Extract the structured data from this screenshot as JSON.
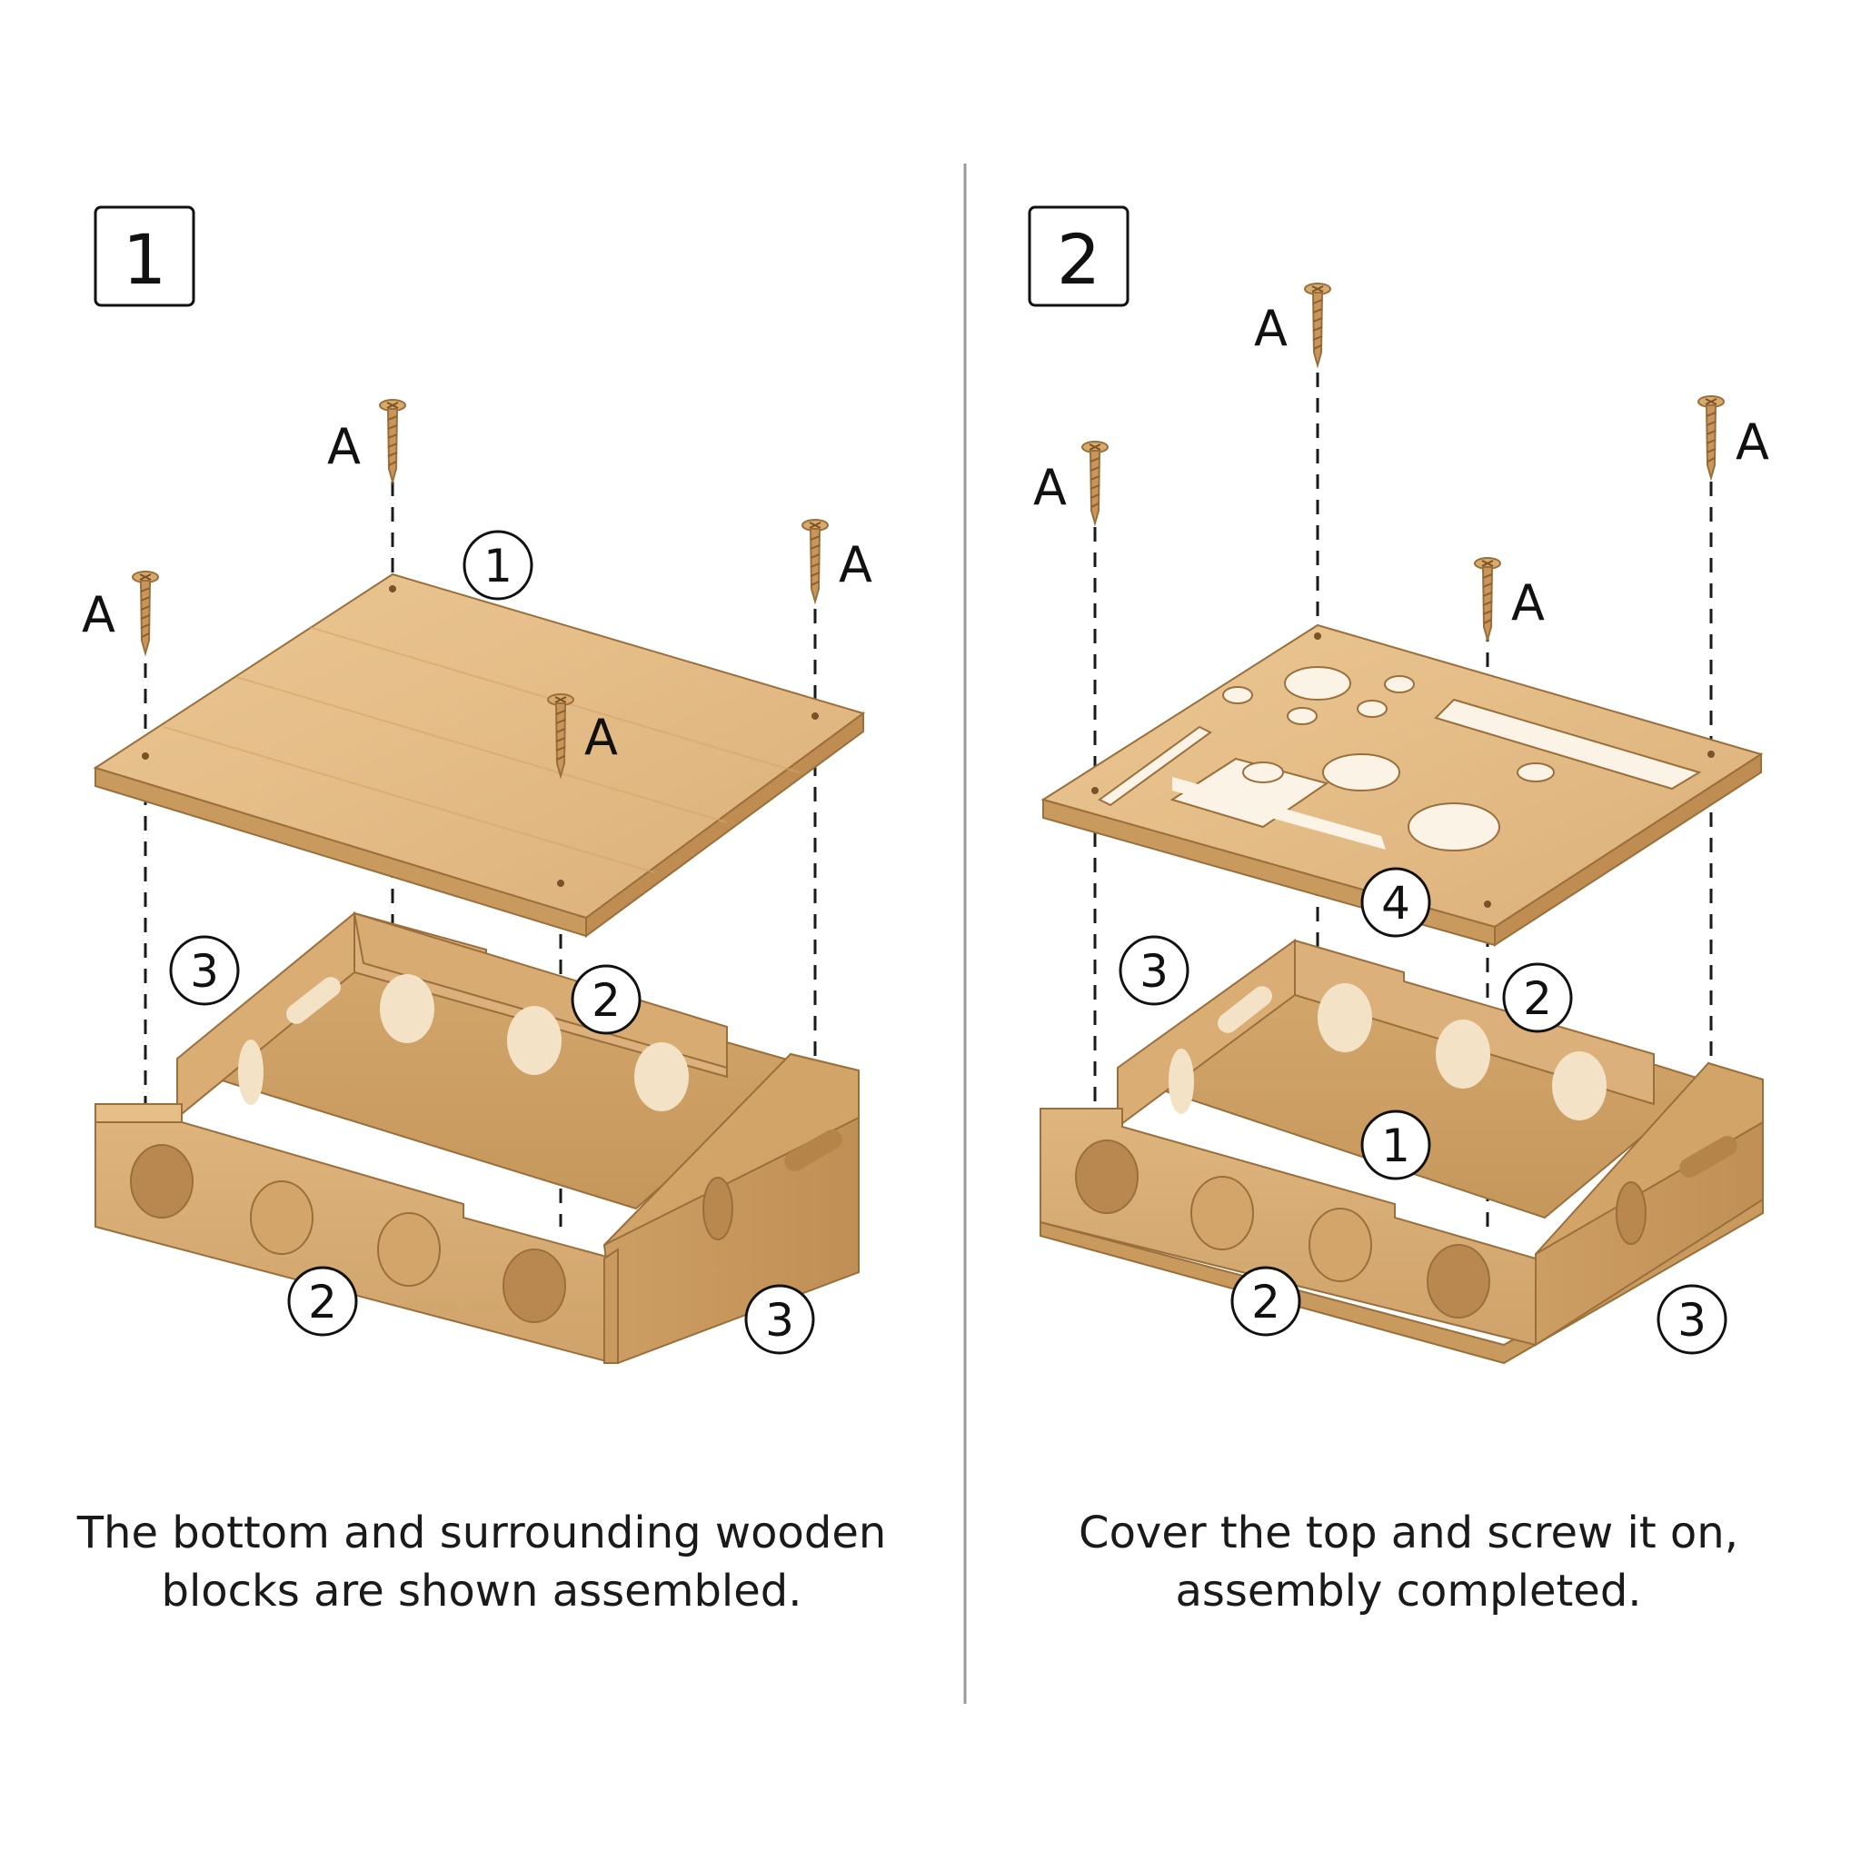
{
  "steps": [
    {
      "number": "1",
      "caption": {
        "line1": "The bottom and surrounding wooden",
        "line2": "blocks are shown assembled."
      },
      "screw_label": "A",
      "parts": {
        "top_board": "1",
        "front_panel": "2",
        "side_panel": "3"
      }
    },
    {
      "number": "2",
      "caption": {
        "line1": "Cover the top and screw it on,",
        "line2": "assembly completed."
      },
      "screw_label": "A",
      "parts": {
        "top_plate": "4",
        "front_panel": "2",
        "side_panel": "3",
        "bottom_board": "1"
      }
    }
  ],
  "colors": {
    "wood": "#dcb27a",
    "wood_top": "#e6c08c",
    "wood_side": "#c99a5e",
    "wood_dark": "#b7874d",
    "line": "#1a1a1a"
  }
}
